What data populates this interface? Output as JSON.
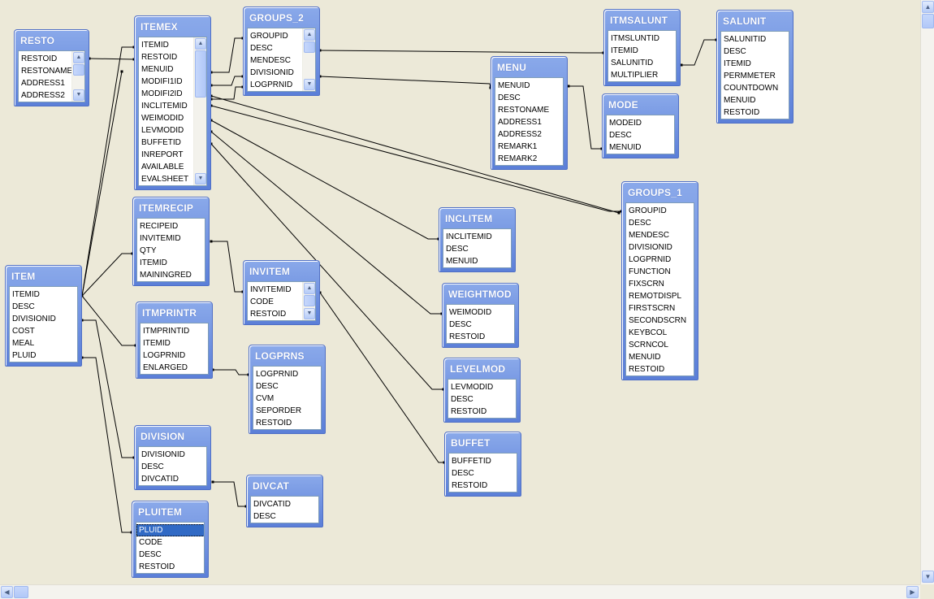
{
  "tables": {
    "resto": {
      "title": "RESTO",
      "fields": [
        "RESTOID",
        "RESTONAME",
        "ADDRESS1",
        "ADDRESS2"
      ]
    },
    "itemex": {
      "title": "ITEMEX",
      "fields": [
        "ITEMID",
        "RESTOID",
        "MENUID",
        "MODIFI1ID",
        "MODIFI2ID",
        "INCLITEMID",
        "WEIMODID",
        "LEVMODID",
        "BUFFETID",
        "INREPORT",
        "AVAILABLE",
        "EVALSHEET"
      ]
    },
    "groups_2": {
      "title": "GROUPS_2",
      "fields": [
        "GROUPID",
        "DESC",
        "MENDESC",
        "DIVISIONID",
        "LOGPRNID"
      ]
    },
    "itmsalunt": {
      "title": "ITMSALUNT",
      "fields": [
        "ITMSLUNTID",
        "ITEMID",
        "SALUNITID",
        "MULTIPLIER"
      ]
    },
    "salunit": {
      "title": "SALUNIT",
      "fields": [
        "SALUNITID",
        "DESC",
        "ITEMID",
        "PERMMETER",
        "COUNTDOWN",
        "MENUID",
        "RESTOID"
      ]
    },
    "menu": {
      "title": "MENU",
      "fields": [
        "MENUID",
        "DESC",
        "RESTONAME",
        "ADDRESS1",
        "ADDRESS2",
        "REMARK1",
        "REMARK2"
      ]
    },
    "mode": {
      "title": "MODE",
      "fields": [
        "MODEID",
        "DESC",
        "MENUID"
      ]
    },
    "groups_1": {
      "title": "GROUPS_1",
      "fields": [
        "GROUPID",
        "DESC",
        "MENDESC",
        "DIVISIONID",
        "LOGPRNID",
        "FUNCTION",
        "FIXSCRN",
        "REMOTDISPL",
        "FIRSTSCRN",
        "SECONDSCRN",
        "KEYBCOL",
        "SCRNCOL",
        "MENUID",
        "RESTOID"
      ]
    },
    "itemrecip": {
      "title": "ITEMRECIP",
      "fields": [
        "RECIPEID",
        "INVITEMID",
        "QTY",
        "ITEMID",
        "MAININGRED"
      ]
    },
    "invitem": {
      "title": "INVITEM",
      "fields": [
        "INVITEMID",
        "CODE",
        "RESTOID"
      ]
    },
    "inclitem": {
      "title": "INCLITEM",
      "fields": [
        "INCLITEMID",
        "DESC",
        "MENUID"
      ]
    },
    "weightmod": {
      "title": "WEIGHTMOD",
      "fields": [
        "WEIMODID",
        "DESC",
        "RESTOID"
      ]
    },
    "item": {
      "title": "ITEM",
      "fields": [
        "ITEMID",
        "DESC",
        "DIVISIONID",
        "COST",
        "MEAL",
        "PLUID"
      ]
    },
    "itmprintr": {
      "title": "ITMPRINTR",
      "fields": [
        "ITMPRINTID",
        "ITEMID",
        "LOGPRNID",
        "ENLARGED"
      ]
    },
    "logprns": {
      "title": "LOGPRNS",
      "fields": [
        "LOGPRNID",
        "DESC",
        "CVM",
        "SEPORDER",
        "RESTOID"
      ]
    },
    "levelmod": {
      "title": "LEVELMOD",
      "fields": [
        "LEVMODID",
        "DESC",
        "RESTOID"
      ]
    },
    "buffet": {
      "title": "BUFFET",
      "fields": [
        "BUFFETID",
        "DESC",
        "RESTOID"
      ]
    },
    "division": {
      "title": "DIVISION",
      "fields": [
        "DIVISIONID",
        "DESC",
        "DIVCATID"
      ]
    },
    "divcat": {
      "title": "DIVCAT",
      "fields": [
        "DIVCATID",
        "DESC"
      ]
    },
    "pluitem": {
      "title": "PLUITEM",
      "fields": [
        "PLUID",
        "CODE",
        "DESC",
        "RESTOID"
      ],
      "selected": "PLUID"
    }
  },
  "colors": {
    "canvas": "#ece9d8",
    "title_bar": "#6a8ee0",
    "selection": "#316ac5"
  },
  "icons": {
    "scroll_up": "triangle-up",
    "scroll_down": "triangle-down",
    "scroll_left": "triangle-left",
    "scroll_right": "triangle-right"
  }
}
